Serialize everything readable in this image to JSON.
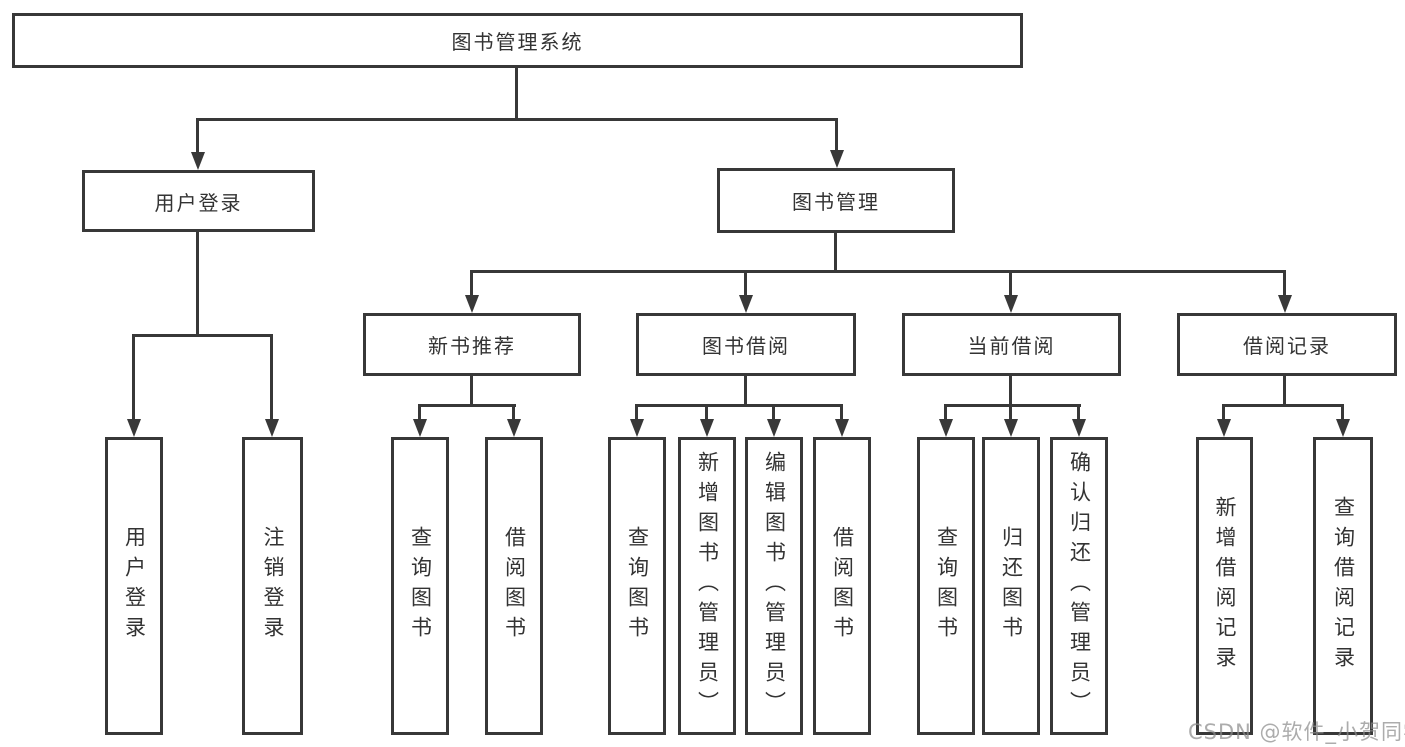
{
  "tree": {
    "label": "图书管理系统",
    "children": [
      {
        "label": "用户登录",
        "children": [
          {
            "label": "用户登录"
          },
          {
            "label": "注销登录"
          }
        ]
      },
      {
        "label": "图书管理",
        "children": [
          {
            "label": "新书推荐",
            "children": [
              {
                "label": "查询图书"
              },
              {
                "label": "借阅图书"
              }
            ]
          },
          {
            "label": "图书借阅",
            "children": [
              {
                "label": "查询图书"
              },
              {
                "label": "新增图书（管理员）"
              },
              {
                "label": "编辑图书（管理员）"
              },
              {
                "label": "借阅图书"
              }
            ]
          },
          {
            "label": "当前借阅",
            "children": [
              {
                "label": "查询图书"
              },
              {
                "label": "归还图书"
              },
              {
                "label": "确认归还（管理员）"
              }
            ]
          },
          {
            "label": "借阅记录",
            "children": [
              {
                "label": "新增借阅记录"
              },
              {
                "label": "查询借阅记录"
              }
            ]
          }
        ]
      }
    ]
  },
  "watermark": {
    "text": "CSDN @软件_小贺同学"
  },
  "colors": {
    "line": "#383838",
    "text": "#333333",
    "background": "#ffffff",
    "watermark": "#8c8c8c"
  }
}
